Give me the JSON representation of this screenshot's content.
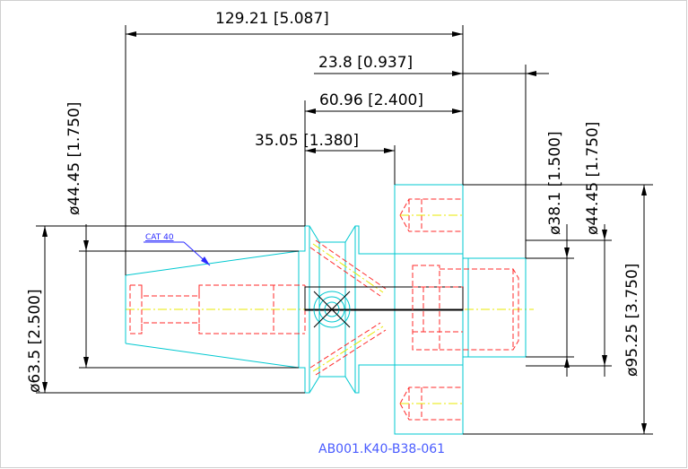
{
  "dimensions": {
    "overall_length": "129.21 [5.087]",
    "flange_offset": "23.8 [0.937]",
    "body_length": "60.96 [2.400]",
    "flange_to_gauge": "35.05 [1.380]",
    "taper_dia": "ø44.45 [1.750]",
    "flange_dia": "ø63.5 [2.500]",
    "bore_dia": "ø38.1 [1.500]",
    "pilot_dia": "ø44.45 [1.750]",
    "face_dia": "ø95.25 [3.750]"
  },
  "labels": {
    "taper": "CAT 40",
    "part_number": "AB001.K40-B38-061"
  },
  "colors": {
    "outline": "#00c8d0",
    "hidden": "#ff2a2a",
    "centerline": "#e8e800",
    "dimension": "#000000",
    "annotation": "#2a2aff"
  }
}
